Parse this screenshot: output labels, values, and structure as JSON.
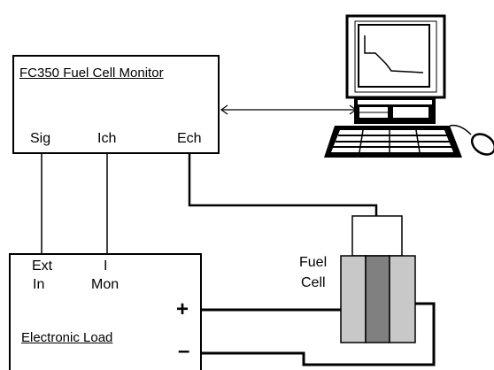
{
  "monitor": {
    "title": "FC350 Fuel Cell Monitor",
    "ports": {
      "sig": "Sig",
      "ich": "Ich",
      "ech": "Ech"
    }
  },
  "load": {
    "title": "Electronic Load",
    "ext_in_line1": "Ext",
    "ext_in_line2": "In",
    "mon_line1": "I",
    "mon_line2": "Mon",
    "plus": "+",
    "minus": "–"
  },
  "fuel_cell": {
    "line1": "Fuel",
    "line2": "Cell"
  },
  "colors": {
    "wire": "#000000",
    "cell_outer": "#c8c8c8",
    "cell_middle": "#808080",
    "cell_cap": "#ffffff"
  },
  "icons": [
    "computer-icon",
    "keyboard-icon",
    "mouse-icon",
    "double-arrow-icon"
  ]
}
